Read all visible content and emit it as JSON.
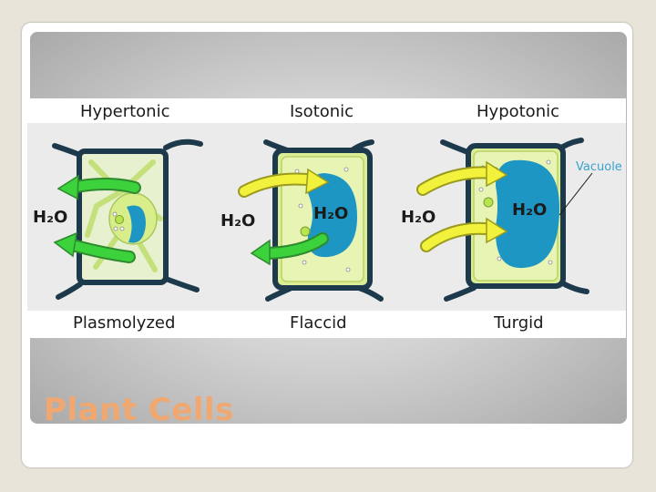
{
  "slide": {
    "title": "Plant Cells"
  },
  "diagram": {
    "columns": [
      {
        "top_label": "Hypertonic",
        "bottom_label": "Plasmolyzed",
        "h2o_outside": "H₂O"
      },
      {
        "top_label": "Isotonic",
        "bottom_label": "Flaccid",
        "h2o_outside": "H₂O",
        "h2o_inside": "H₂O"
      },
      {
        "top_label": "Hypotonic",
        "bottom_label": "Turgid",
        "h2o_outside": "H₂O",
        "h2o_inside": "H₂O"
      }
    ],
    "vacuole_label": "Vacuole",
    "colors": {
      "cell_wall": "#1c3a4c",
      "cytoplasm": "#dbee96",
      "vacuole": "#1e96c4",
      "arrow_out": "#3cd23c",
      "arrow_in": "#f2f23c",
      "vacuole_label": "#3aa2cc",
      "title": "#f0a870"
    }
  }
}
